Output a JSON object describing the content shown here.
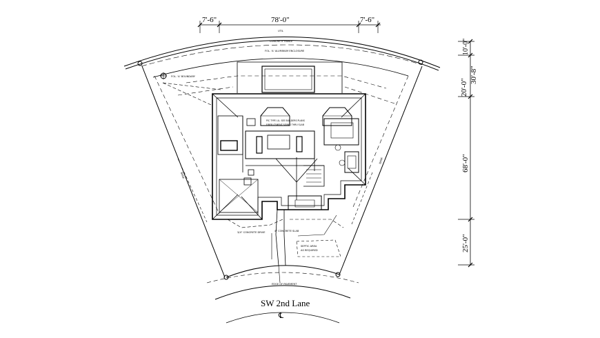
{
  "plan": {
    "street_name": "SW 2nd Lane",
    "centerline_mark": "℄"
  },
  "dimensions": {
    "top_left": "7'-6\"",
    "top_center": "78'-0\"",
    "top_right": "7'-6\"",
    "right_top_small": "10'-0\"",
    "right_20": "20'-0\"",
    "right_30": "30'-8\"",
    "right_68": "68'-0\"",
    "right_25": "25'-0\""
  },
  "notes": {
    "easement_top": "UTIL",
    "concrete_swale": "CONCRETE SWALE",
    "wall_note_top": "FOL. 'A' ALUMINUM ENCLOSURE",
    "corner_note": "FOL. 'A' BOUNDARY",
    "bank_left": "BANK",
    "bank_right": "BANK",
    "house_label_1": "PIC TYPE LIL. SEE BUILDERS PLANS",
    "house_label_2": "FIBER CEMENT SIDING THRU SLAB",
    "driveway_left": "3/4\" CONCRETE DRIVE",
    "driveway_right": "4\" CONCRETE SLAB",
    "swale_note_1": "SEPTIC AREA",
    "swale_note_2": "AS REQUIRED",
    "road_note": "EDGE OF PAVEMENT"
  },
  "colors": {
    "line": "#000000",
    "background": "#ffffff"
  }
}
